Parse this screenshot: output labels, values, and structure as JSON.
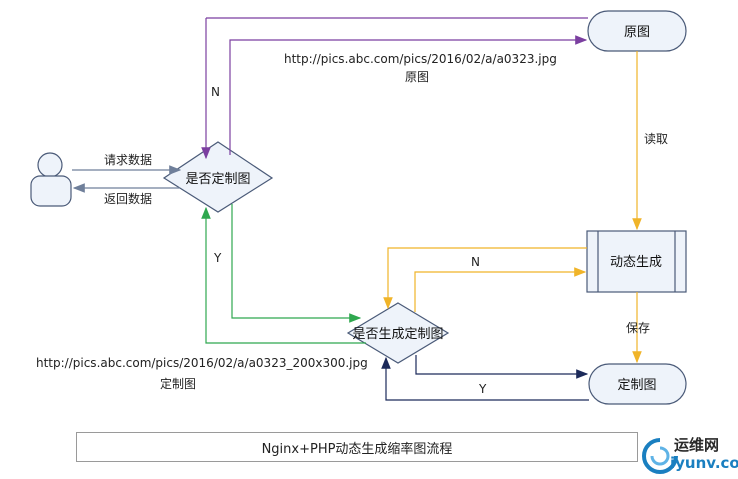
{
  "nodes": {
    "user": "",
    "decision_custom": "是否定制图",
    "original": "原图",
    "dynamic": "动态生成",
    "decision_generated": "是否生成定制图",
    "custom": "定制图"
  },
  "labels": {
    "request": "请求数据",
    "return": "返回数据",
    "url_original": "http://pics.abc.com/pics/2016/02/a/a0323.jpg",
    "url_original_note": "原图",
    "n_top": "N",
    "read": "读取",
    "y_left": "Y",
    "n_mid": "N",
    "save": "保存",
    "url_custom": "http://pics.abc.com/pics/2016/02/a/a0323_200x300.jpg",
    "url_custom_note": "定制图",
    "y_bottom": "Y"
  },
  "caption": "Nginx+PHP动态生成缩率图流程",
  "watermark": {
    "line1": "运维网",
    "line2": "iyunv.com"
  },
  "colors": {
    "purple": "#7b3fa0",
    "green": "#2fa84f",
    "orange": "#f0b429",
    "navy": "#1c2a5a",
    "gray_blue": "#6f7f9a",
    "node_fill": "#eef3fa",
    "node_stroke": "#4a5a78"
  }
}
